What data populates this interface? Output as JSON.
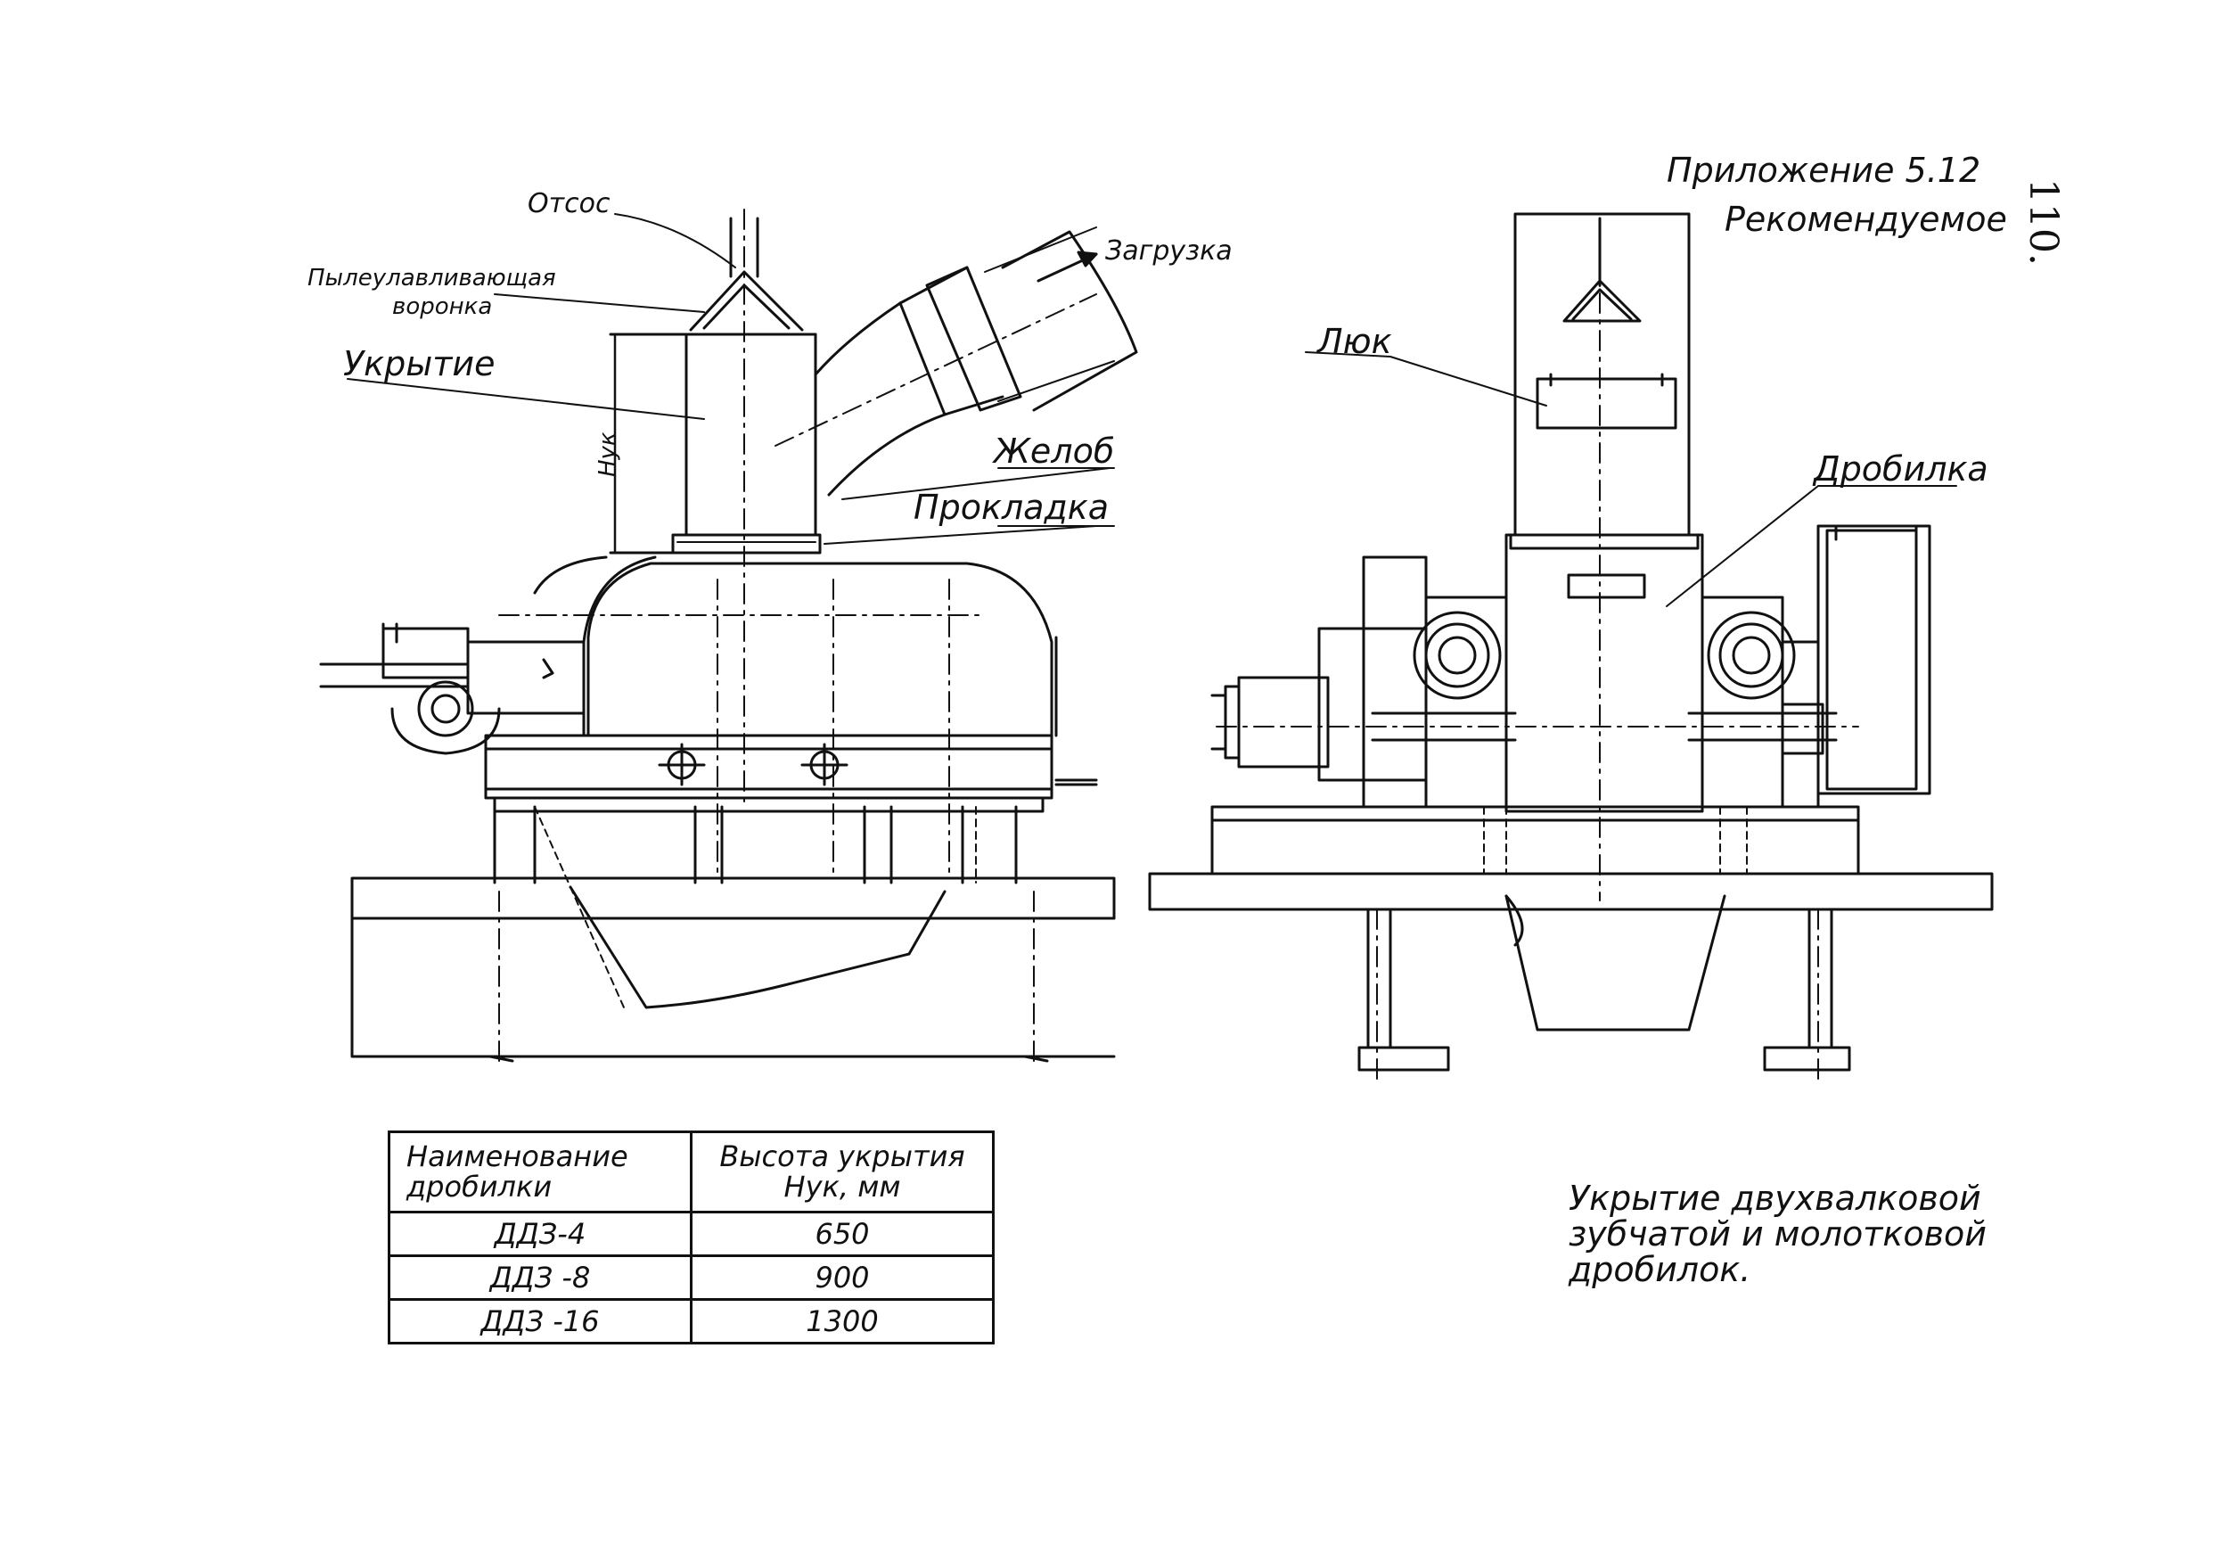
{
  "appendix": {
    "title": "Приложение 5.12",
    "status": "Рекомендуемое"
  },
  "page_number": "110.",
  "left_view_labels": {
    "suction": "Отсос",
    "dust_funnel_line1": "Пылеулавливающая",
    "dust_funnel_line2": "воронка",
    "cover": "Укрытие",
    "loading": "Загрузка",
    "chute": "Желоб",
    "gasket": "Прокладка",
    "height_dim": "Нук"
  },
  "right_view_labels": {
    "hatch": "Люк",
    "crusher": "Дробилка"
  },
  "table": {
    "header_col1_line1": "Наименование",
    "header_col1_line2": "дробилки",
    "header_col2_line1": "Высота укрытия",
    "header_col2_line2": "Нук, мм",
    "rows": [
      {
        "name": "ДДЗ-4",
        "height": "650"
      },
      {
        "name": "ДДЗ -8",
        "height": "900"
      },
      {
        "name": "ДДЗ -16",
        "height": "1300"
      }
    ]
  },
  "caption": {
    "line1": "Укрытие двухвалковой",
    "line2": "зубчатой и молотковой",
    "line3": "дробилок."
  }
}
